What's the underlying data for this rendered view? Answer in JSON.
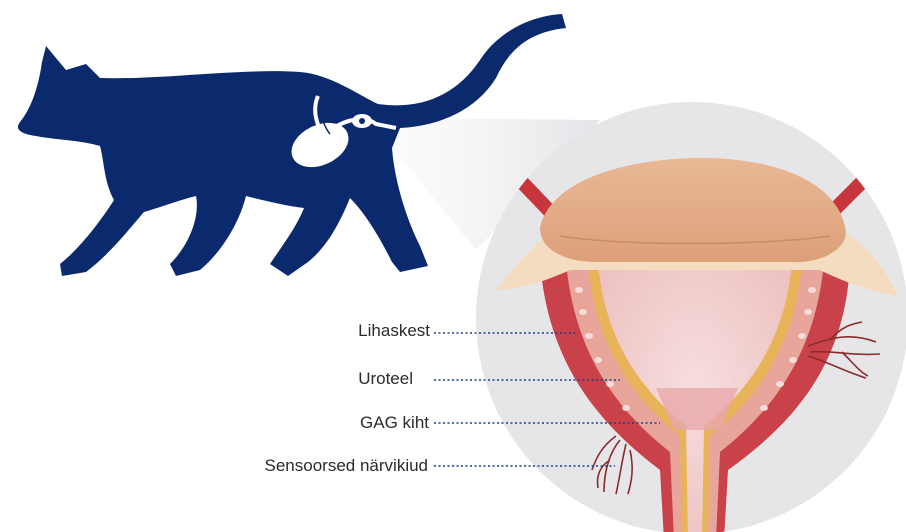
{
  "diagram": {
    "labels": [
      {
        "id": "muscle",
        "text": "Lihaskest"
      },
      {
        "id": "urothelium",
        "text": "Uroteel"
      },
      {
        "id": "gag",
        "text": "GAG kiht"
      },
      {
        "id": "nerves",
        "text": "Sensoorsed närvikiud"
      }
    ]
  },
  "colors": {
    "cat_silhouette": "#0b2a6e",
    "leader_line": "#1b3f86",
    "magnifier_circle": "#e6e6e9",
    "muscle": "#c9424a",
    "bladder_fill": "#f2d2d2",
    "urothelium": "#e7b45a",
    "top_tissue": "#e8b28f",
    "peritoneum": "#f3dcc0",
    "blood_vessel": "#c7363d",
    "nerve": "#8a2b2b"
  }
}
